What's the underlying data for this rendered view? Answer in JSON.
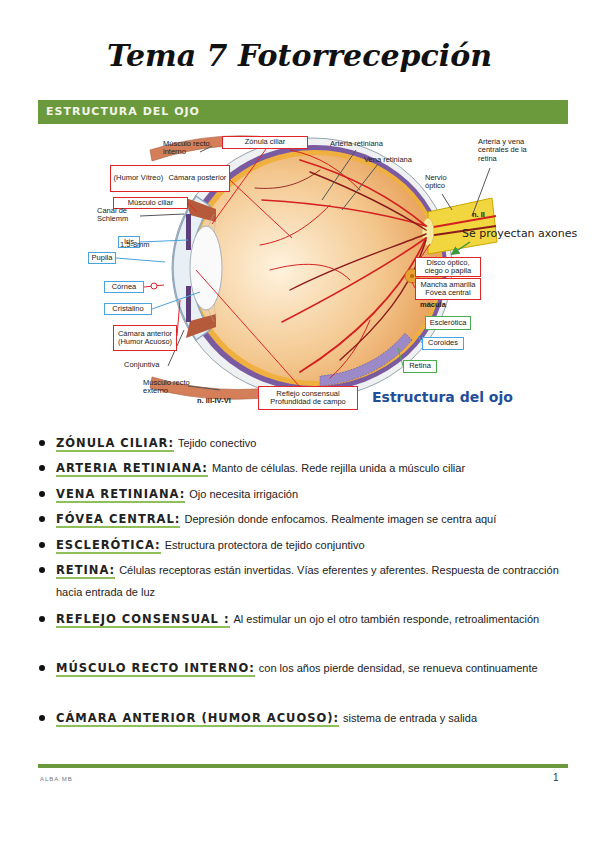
{
  "diagram": {
    "title": "Tema 7 Fotorrecepción",
    "nodes": [
      {
        "text": [
          "ESTRUCTURA DEL OJO"
        ]
      },
      {
        "text": [
          "Zónula ciliar"
        ]
      },
      {
        "text": [
          "(Humor Vítreo)",
          "Cámara posterior"
        ]
      },
      {
        "text": [
          "Músculo ciliar"
        ]
      },
      {
        "text": [
          "Iris"
        ]
      },
      {
        "text": [
          "Pupila"
        ]
      },
      {
        "text": [
          "Córnea"
        ]
      },
      {
        "text": [
          "Cristalino"
        ]
      },
      {
        "text": [
          "Cámara anterior (Humor Acuoso)"
        ]
      },
      {
        "text": [
          "Disco óptico, ciego o papila"
        ]
      },
      {
        "text": [
          "Mancha amarilla",
          "Fóvea central"
        ]
      },
      {
        "text": [
          "Esclerótica"
        ]
      },
      {
        "text": [
          "Coroides"
        ]
      },
      {
        "text": [
          "Retina"
        ]
      },
      {
        "text": [
          "Reflejo consensual Profundidad de campo"
        ]
      }
    ],
    "labels": [
      "Músculo recto interno",
      "Arteria retiniana",
      "Arteria y vena centrales de la retina",
      "Vena retiniana",
      "Nervio óptico",
      "Canal de Schlemm",
      "n. II",
      "Se proyectan axones",
      "1,5-8mm",
      "mácula",
      "Conjuntiva",
      "Músculo recto externo",
      "n. III-IV-VI",
      "Estructura del ojo",
      "ZÓNULA CILIAR:",
      "Tejido conectivo",
      "ARTERIA RETINIANA:",
      "Manto de células. Rede rejilla unida a músculo ciliar",
      "VENA RETINIANA:",
      "Ojo necesita irrigación",
      "FÓVEA CENTRAL:",
      "Depresión donde enfocamos. Realmente imagen se centra aquí",
      "ESCLERÓTICA:",
      "Estructura protectora de tejido conjuntivo",
      "RETINA:",
      "Células receptoras están invertidas. Vías eferentes y aferentes. Respuesta de contracción hacia entrada de luz",
      "REFLEJO CONSENSUAL :",
      "Al estimular un ojo el otro también responde, retroalimentación",
      "MÚSCULO RECTO INTERNO:",
      "con los años pierde densidad, se renueva continuamente",
      "CÁMARA ANTERIOR (HUMOR ACUOSO):",
      "sistema de entrada y salida",
      "ALBA MB",
      "1"
    ]
  }
}
